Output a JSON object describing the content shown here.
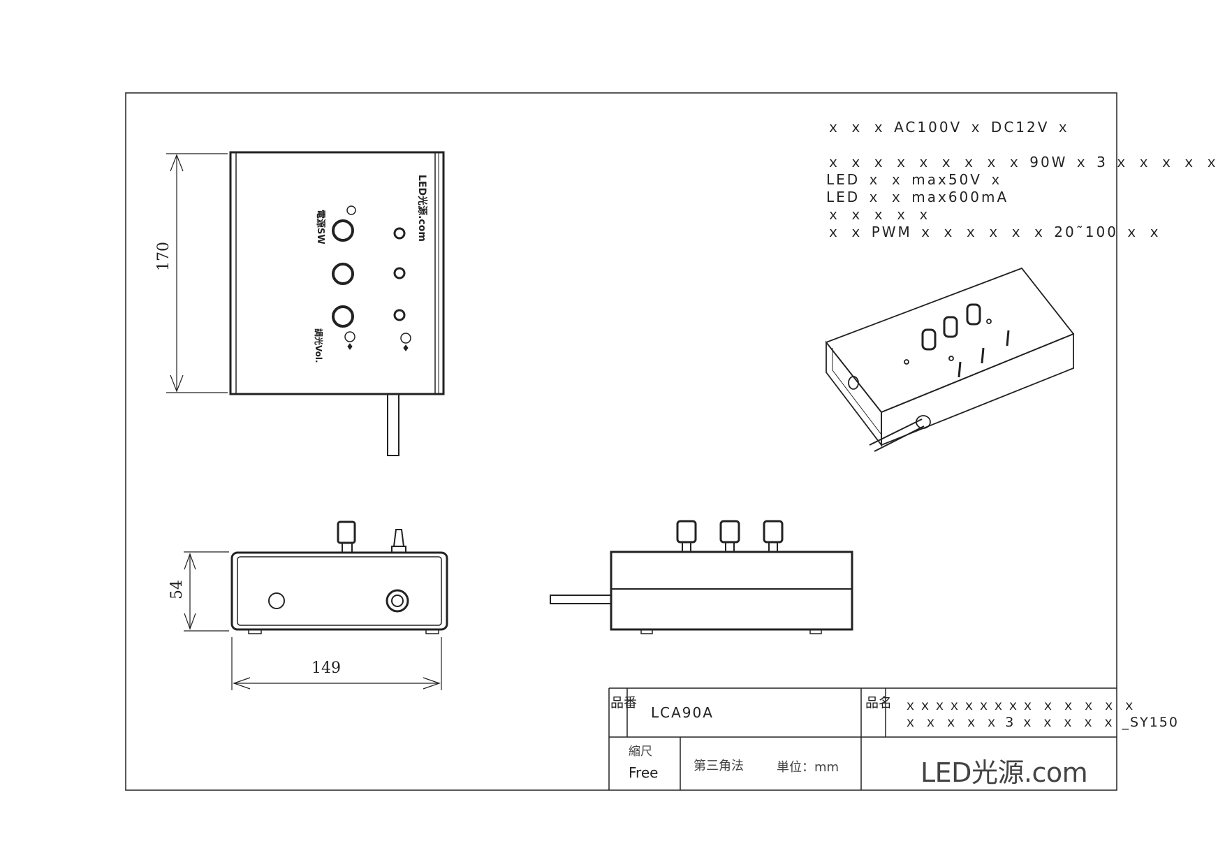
{
  "specs": {
    "line1": "ｘ ｘ ｘ AC100V ｘ DC12V ｘ",
    "line2": "ｘ ｘ ｘ ｘ ｘ ｘ ｘ ｘ ｘ    90W ｘ 3 ｘ ｘ ｘ ｘ ｘ ｘ",
    "line3": "LED ｘ ｘ    max50V ｘ",
    "line4": "LED ｘ ｘ    max600mA",
    "line5": "ｘ ｘ ｘ ｘ ｘ",
    "line6": "ｘ ｘ PWM ｘ ｘ ｘ ｘ ｘ ｘ 20˜100 ｘ ｘ"
  },
  "dimensions": {
    "height": "170",
    "depth": "54",
    "width": "149"
  },
  "title_block": {
    "part_number_label": "品番",
    "part_number": "LCA90A",
    "product_name_label": "品名",
    "product_name_line1": "ｘｘｘｘｘｘｘｘｘ ｘ ｘ ｘ ｘ ｘ",
    "product_name_line2": "ｘ ｘ ｘ ｘ ｘ 3 ｘ ｘ ｘ ｘ ｘ _SY150",
    "scale_label": "縮尺",
    "scale_value": "Free",
    "projection": "第三角法",
    "unit": "単位：mm",
    "logo": "LED光源.com"
  },
  "panel_labels": {
    "top_left": "電源SW",
    "top_brand": "LED光源.com",
    "bottom_left": "調光Vol."
  }
}
